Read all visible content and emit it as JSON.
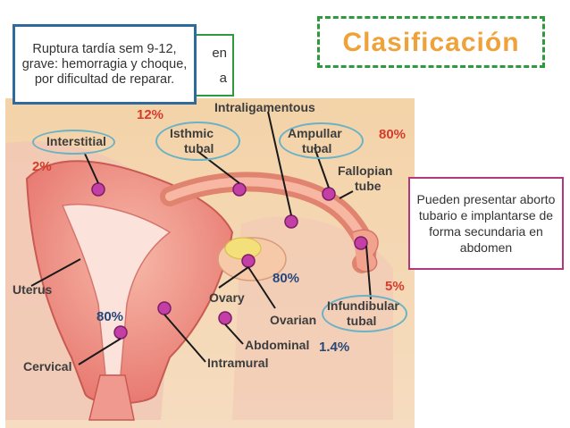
{
  "title": "Clasificación",
  "info_box": "Ruptura tardía sem 9-12, grave: hemorragia y choque, por dificultad de reparar.",
  "hidden_box_fragments": [
    "en",
    "a"
  ],
  "side_box": "Pueden presentar aborto tubario e implantarse de forma secundaria en abdomen",
  "labels": {
    "intraligamentous": "Intraligamentous",
    "interstitial": "Interstitial",
    "isthmic": "Isthmic",
    "isthmic_tubal": "tubal",
    "ampullar": "Ampullar",
    "ampullar_tubal": "tubal",
    "fallopian": "Fallopian",
    "fallopian_tube": "tube",
    "uterus": "Uterus",
    "ovary": "Ovary",
    "ovarian": "Ovarian",
    "infundibular": "Infundibular",
    "infundibular_tubal": "tubal",
    "abdominal": "Abdominal",
    "intramural": "Intramural",
    "cervical": "Cervical"
  },
  "percentages": {
    "isthmic": "12%",
    "ampullar": "80%",
    "interstitial": "2%",
    "ovarian": "80%",
    "infundibular": "5%",
    "cervical": "80%",
    "abdominal": "1.4%"
  },
  "colors": {
    "title": "#f0a23a",
    "title_border": "#2d9a3e",
    "info_border": "#2f6a9a",
    "side_border": "#b2387c",
    "pct_red": "#d63b2c",
    "pct_blue": "#26477a",
    "oval": "#6ab2c6"
  }
}
